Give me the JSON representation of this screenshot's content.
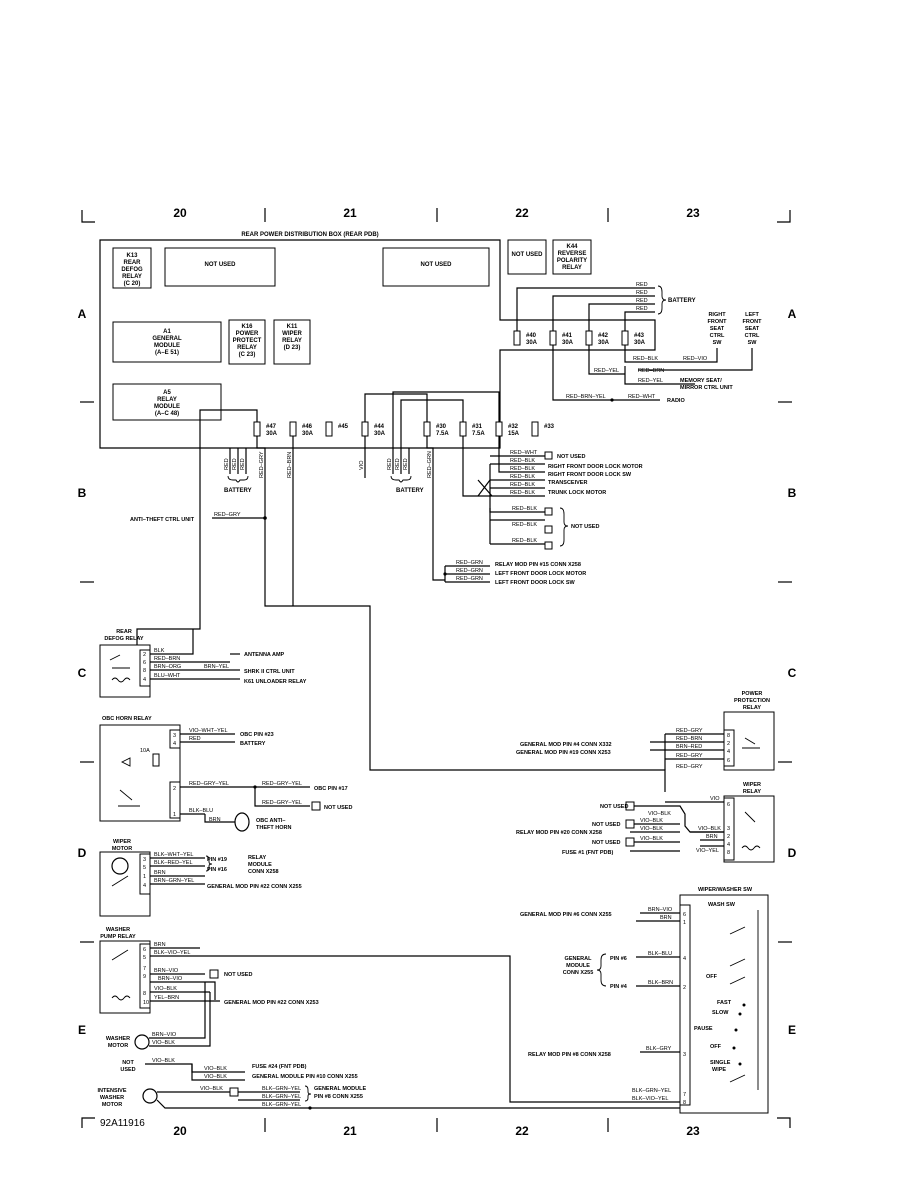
{
  "grid": {
    "columns": [
      "20",
      "21",
      "22",
      "23"
    ],
    "rows": [
      "A",
      "B",
      "C",
      "D",
      "E"
    ]
  },
  "figure_id": "92A11916",
  "pdb": {
    "title": "REAR POWER DISTRIBUTION BOX (REAR PDB)",
    "k13": [
      "K13",
      "REAR",
      "DEFOG",
      "RELAY",
      "(C 20)"
    ],
    "not_used": "NOT USED",
    "k44": [
      "K44",
      "REVERSE",
      "POLARITY",
      "RELAY"
    ],
    "a1": [
      "A1",
      "GENERAL",
      "MODULE",
      "(A–E 51)"
    ],
    "k16": [
      "K16",
      "POWER",
      "PROTECT",
      "RELAY",
      "(C 23)"
    ],
    "k11": [
      "K11",
      "WIPER",
      "RELAY",
      "(D 23)"
    ],
    "a5": [
      "A5",
      "RELAY",
      "MODULE",
      "(A–C 48)"
    ],
    "fuses_top": [
      {
        "num": "#40",
        "amp": "30A"
      },
      {
        "num": "#41",
        "amp": "30A"
      },
      {
        "num": "#42",
        "amp": "30A"
      },
      {
        "num": "#43",
        "amp": "30A"
      }
    ],
    "fuses_bottom": [
      {
        "num": "#47",
        "amp": "30A"
      },
      {
        "num": "#46",
        "amp": "30A"
      },
      {
        "num": "#45",
        "amp": ""
      },
      {
        "num": "#44",
        "amp": "30A"
      },
      {
        "num": "#30",
        "amp": "7.5A"
      },
      {
        "num": "#31",
        "amp": "7.5A"
      },
      {
        "num": "#32",
        "amp": "15A"
      },
      {
        "num": "#33",
        "amp": ""
      }
    ]
  },
  "wires": {
    "red": "RED",
    "red_gry": "RED–GRY",
    "red_brn": "RED–BRN",
    "vio": "VIO",
    "red_grn": "RED–GRN",
    "red_blk": "RED–BLK",
    "red_vio": "RED–VIO",
    "red_yel": "RED–YEL",
    "red_brn_yel": "RED–BRN–YEL",
    "red_wht": "RED–WHT",
    "blk": "BLK",
    "brn_org": "BRN–ORG",
    "blu_wht": "BLU–WHT",
    "brn_yel": "BRN–YEL",
    "vio_wht_yel": "VIO–WHT–YEL",
    "red_gry_yel": "RED–GRY–YEL",
    "blk_blu": "BLK–BLU",
    "brn": "BRN",
    "brn_red": "BRN–RED",
    "vio_blk": "VIO–BLK",
    "blk_wht_yel": "BLK–WHT–YEL",
    "blk_red_yel": "BLK–RED–YEL",
    "brn_grn_yel": "BRN–GRN–YEL",
    "blk_vio_yel": "BLK–VIO–YEL",
    "brn_vio": "BRN–VIO",
    "yel_brn": "YEL–BRN",
    "vio_yel": "VIO–YEL",
    "blk_grn_yel": "BLK–GRN–YEL",
    "blk_brn": "BLK–BRN",
    "blk_gry": "BLK–GRY"
  },
  "labels": {
    "battery": "BATTERY",
    "right_front_seat": [
      "RIGHT",
      "FRONT",
      "SEAT",
      "CTRL",
      "SW"
    ],
    "left_front_seat": [
      "LEFT",
      "FRONT",
      "SEAT",
      "CTRL",
      "SW"
    ],
    "memory_seat": [
      "MEMORY SEAT/",
      "MIRROR CTRL UNIT"
    ],
    "radio": "RADIO",
    "not_used": "NOT USED",
    "rf_door_lock_motor": "RIGHT FRONT DOOR LOCK MOTOR",
    "rf_door_lock_sw": "RIGHT FRONT DOOR LOCK SW",
    "transceiver": "TRANSCEIVER",
    "trunk_lock_motor": "TRUNK LOCK MOTOR",
    "anti_theft": "ANTI–THEFT CTRL UNIT",
    "relay_mod_pin15": "RELAY MOD PIN #15 CONN X258",
    "lf_door_lock_motor": "LEFT FRONT DOOR LOCK MOTOR",
    "lf_door_lock_sw": "LEFT FRONT DOOR LOCK SW",
    "rear_defog_relay": [
      "REAR",
      "DEFOG RELAY"
    ],
    "antenna_amp": "ANTENNA AMP",
    "shrk": "SHRK II CTRL UNIT",
    "k61": "K61 UNLOADER RELAY",
    "obc_horn_relay": "OBC HORN RELAY",
    "obc_pin23": "OBC PIN #23",
    "obc_pin17": "OBC PIN #17",
    "fuse_10a": "10A",
    "obc_horn": [
      "OBC ANTI–",
      "THEFT HORN"
    ],
    "power_protection_relay": [
      "POWER",
      "PROTECTION",
      "RELAY"
    ],
    "gm_pin4_x332": "GENERAL MOD PIN #4 CONN X332",
    "gm_pin19_x253": "GENERAL MOD PIN #19 CONN X253",
    "wiper_relay": [
      "WIPER",
      "RELAY"
    ],
    "relay_mod_pin20": "RELAY MOD PIN #20 CONN X258",
    "fuse1": "FUSE #1 (FNT PDB)",
    "wiper_motor": [
      "WIPER",
      "MOTOR"
    ],
    "pin19": "PIN #19",
    "pin16": "PIN #16",
    "relay_module_x258": [
      "RELAY",
      "MODULE",
      "CONN X258"
    ],
    "gm_pin22_x255": "GENERAL MOD PIN #22 CONN X255",
    "washer_pump_relay": [
      "WASHER",
      "PUMP RELAY"
    ],
    "gm_pin22_x253": "GENERAL MOD PIN #22 CONN X253",
    "washer_motor": [
      "WASHER",
      "MOTOR"
    ],
    "not_used_2": [
      "NOT",
      "USED"
    ],
    "fuse24": "FUSE #24 (FNT PDB)",
    "gm_pin10_x255": "GENERAL MODULE PIN #10 CONN X255",
    "intensive_washer": [
      "INTENSIVE",
      "WASHER",
      "MOTOR"
    ],
    "gm_pin8": [
      "GENERAL MODULE",
      "PIN #8 CONN X255"
    ],
    "wiper_washer_sw": "WIPER/WASHER SW",
    "wash_sw": "WASH SW",
    "gm_pin6_x255": "GENERAL MOD PIN #6 CONN X255",
    "gm_conn_x255": [
      "GENERAL",
      "MODULE",
      "CONN X255"
    ],
    "pin6": "PIN #6",
    "pin4": "PIN #4",
    "off": "OFF",
    "fast": "FAST",
    "slow": "SLOW",
    "pause": "PAUSE",
    "single_wipe": [
      "SINGLE",
      "WIPE"
    ],
    "relay_mod_pin8": "RELAY MOD PIN #8 CONN X258"
  },
  "colors": {
    "ink": "#000000",
    "paper": "#ffffff"
  }
}
